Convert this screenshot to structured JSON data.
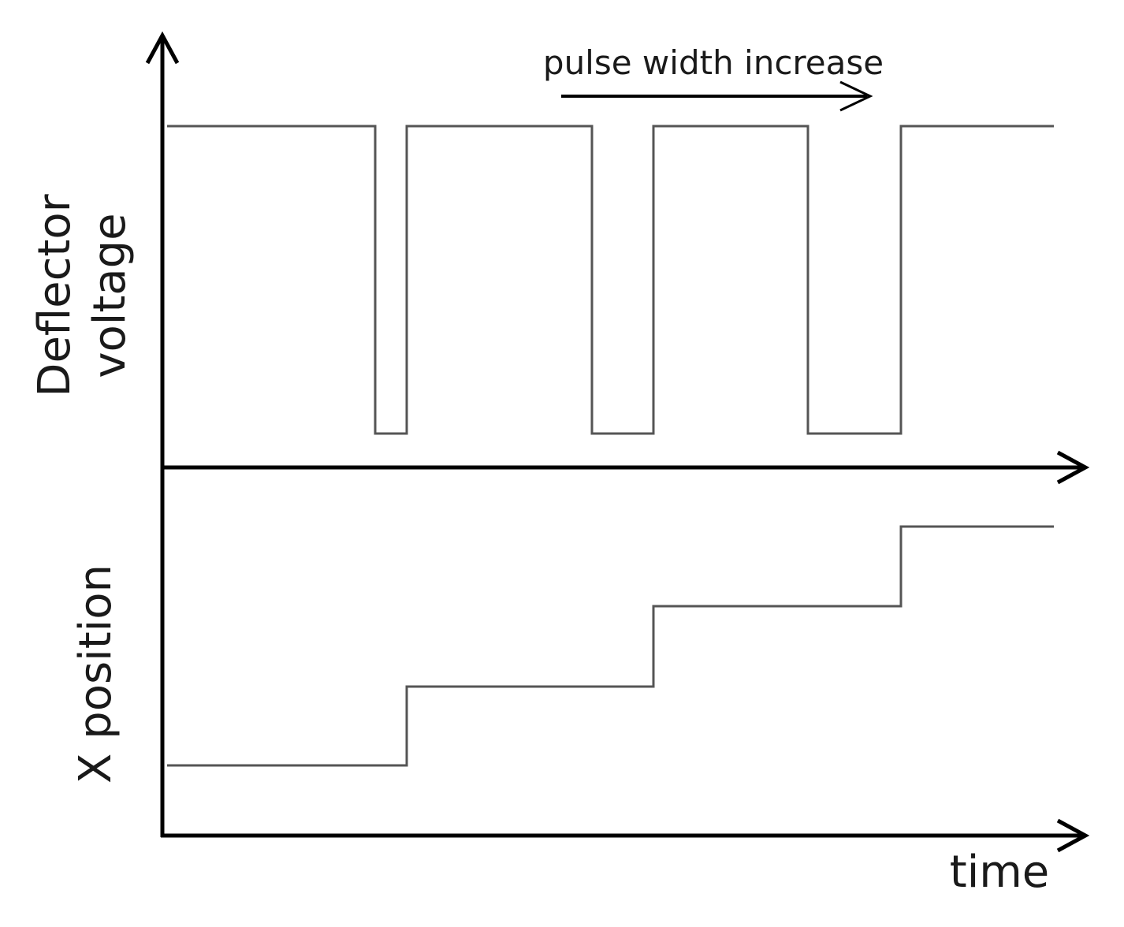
{
  "annotation": {
    "pulse_label": "pulse width increase"
  },
  "axes": {
    "upper_ylabel_line1": "Deflector",
    "upper_ylabel_line2": "voltage",
    "lower_ylabel": "X position",
    "xlabel": "time"
  },
  "signals": {
    "deflector_voltage": {
      "levels": [
        "high",
        "low"
      ],
      "pulses": [
        {
          "start": 0.3,
          "end": 0.33
        },
        {
          "start": 0.58,
          "end": 0.64
        },
        {
          "start": 0.82,
          "end": 0.92
        }
      ]
    },
    "x_position": {
      "steps": 4
    }
  },
  "colors": {
    "axis": "#000000",
    "signal": "#555555"
  }
}
